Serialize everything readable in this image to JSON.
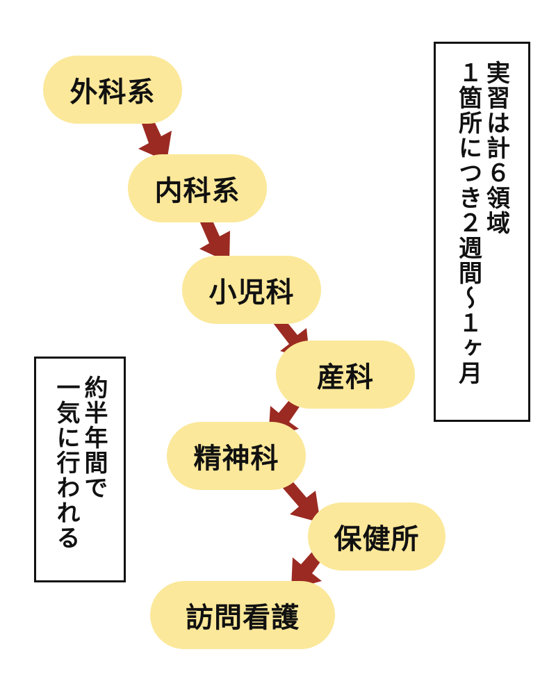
{
  "flow": {
    "steps": [
      {
        "label": "外科系"
      },
      {
        "label": "内科系"
      },
      {
        "label": "小児科"
      },
      {
        "label": "産科"
      },
      {
        "label": "精神科"
      },
      {
        "label": "保健所"
      },
      {
        "label": "訪問看護"
      }
    ],
    "colors": {
      "pill": "#fbe89a",
      "arrow": "#9b2a22",
      "text": "#111111"
    }
  },
  "notes": {
    "right": {
      "line1": "実習は計６領域",
      "line2": "１箇所につき２週間～１ヶ月"
    },
    "left": {
      "line1": "約半年間で",
      "line2": "一気に行われる"
    }
  }
}
